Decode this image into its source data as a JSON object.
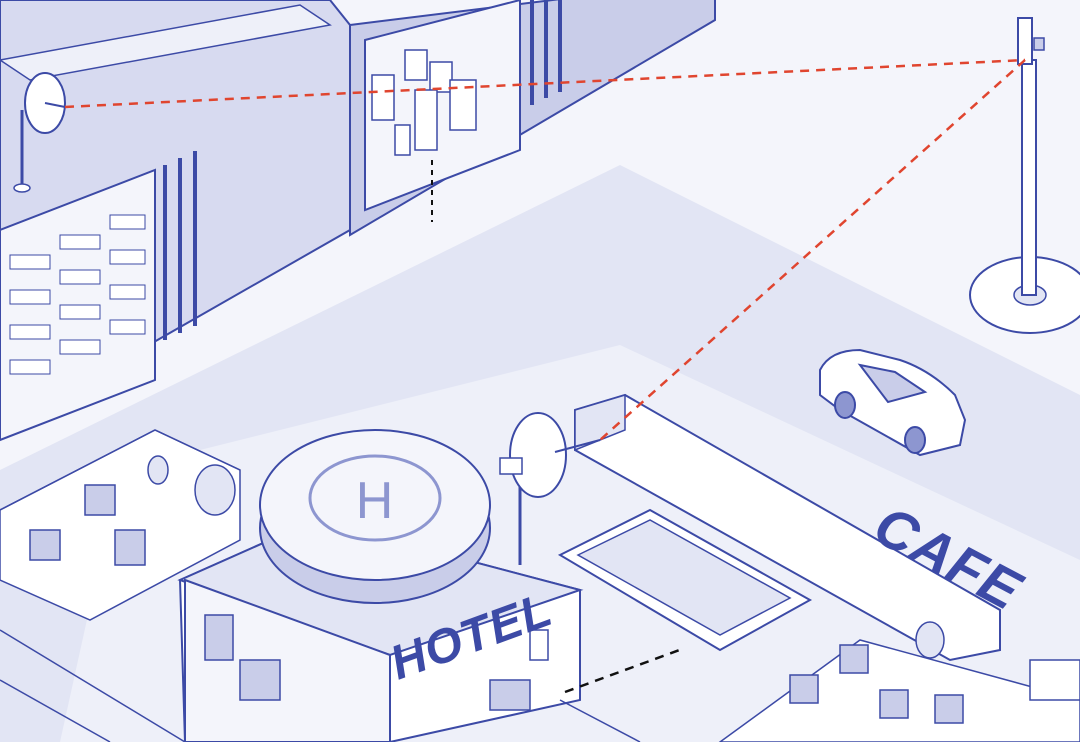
{
  "labels": {
    "hotel_sign": "HOTEL",
    "cafe_sign": "CAFE",
    "helipad_letter": "H"
  },
  "palette": {
    "line": "#3c4aa6",
    "fill_light": "#e2e5f4",
    "fill_mid": "#c9cde9",
    "fill_dark": "#8d96d0",
    "background": "#f4f5fb",
    "signal_red": "#e0452f",
    "signal_black": "#111111"
  },
  "icons": [
    "satellite-dish-icon",
    "server-rack-icon",
    "antenna-tower-icon",
    "car-icon",
    "helipad-icon",
    "plant-icon",
    "armchair-icon"
  ]
}
